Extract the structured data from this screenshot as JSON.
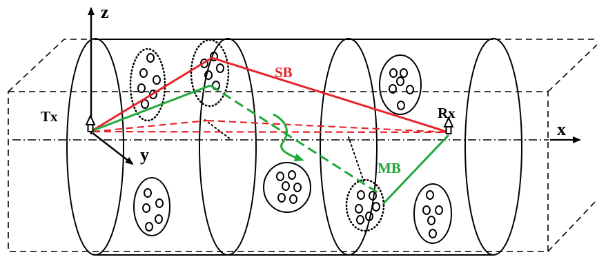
{
  "labels": {
    "z_axis": "z",
    "y_axis": "y",
    "x_axis": "x",
    "transmitter": "Tx",
    "receiver": "Rx",
    "single_bounce": "SB",
    "multi_bounce": "MB"
  },
  "colors": {
    "single_bounce": "#e8232a",
    "multi_bounce": "#1fa83a",
    "outline": "#000000"
  }
}
